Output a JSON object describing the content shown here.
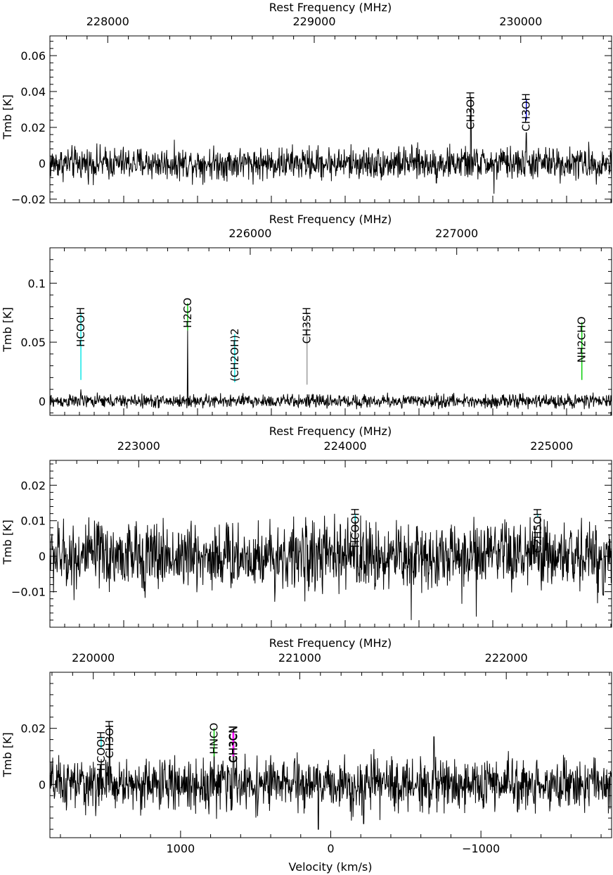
{
  "figure": {
    "top_axis_label": "Rest Frequency (MHz)",
    "y_axis_label": "Tmb [K]",
    "x_axis_label": "Velocity (km/s)"
  },
  "chart_data": [
    {
      "type": "line",
      "panel": 1,
      "top_axis": {
        "label": "Rest Frequency (MHz)",
        "range": [
          227720,
          230440
        ],
        "ticks": [
          228000,
          229000,
          230000
        ]
      },
      "y_axis": {
        "label": "Tmb [K]",
        "range": [
          -0.022,
          0.071
        ],
        "ticks": [
          -0.02,
          0,
          0.02,
          0.04,
          0.06
        ],
        "tick_labels": [
          "−0.02",
          "0",
          "0.02",
          "0.04",
          "0.06"
        ]
      },
      "noise_rms": 0.0045,
      "spikes": [
        {
          "freq": 229758,
          "value": 0.036
        },
        {
          "freq": 229870,
          "value": -0.017
        },
        {
          "freq": 230027,
          "value": 0.017
        },
        {
          "freq": 229590,
          "value": -0.011
        }
      ],
      "line_markers": [
        {
          "label": "CH3OH",
          "freq": 229758,
          "color": "#0000cc",
          "low": 0.02,
          "high": 0.037,
          "tick": "signal"
        },
        {
          "label": "CH3OH",
          "freq": 230027,
          "color": "#0000cc",
          "low": 0.024,
          "high": 0.036,
          "tick": "marker"
        }
      ],
      "grid": false
    },
    {
      "type": "line",
      "panel": 2,
      "top_axis": {
        "label": "Rest Frequency (MHz)",
        "range": [
          225030,
          227750
        ],
        "ticks": [
          226000,
          227000
        ]
      },
      "y_axis": {
        "label": "Tmb [K]",
        "range": [
          -0.012,
          0.13
        ],
        "ticks": [
          0,
          0.05,
          0.1
        ],
        "tick_labels": [
          "0",
          "0.05",
          "0.1"
        ]
      },
      "noise_rms": 0.0028,
      "spikes": [
        {
          "freq": 225697,
          "value": 0.06
        },
        {
          "freq": 225180,
          "value": 0.01
        }
      ],
      "line_markers": [
        {
          "label": "HCOOH",
          "freq": 225180,
          "color": "#00e5e5",
          "low": 0.018,
          "high": 0.075,
          "tick": "marker"
        },
        {
          "label": "H2CO",
          "freq": 225697,
          "color": "#00cc00",
          "low": 0.06,
          "high": 0.083,
          "tick": "marker"
        },
        {
          "label": "(CH2OH)2",
          "freq": 225925,
          "color": "#00e5e5",
          "low": 0.016,
          "high": 0.057,
          "tick": "marker"
        },
        {
          "label": "CH3SH",
          "freq": 226275,
          "color": "#999999",
          "low": 0.014,
          "high": 0.075,
          "tick": "marker"
        },
        {
          "label": "NH2CHO",
          "freq": 227606,
          "color": "#00cc00",
          "low": 0.018,
          "high": 0.067,
          "tick": "marker"
        }
      ],
      "grid": false
    },
    {
      "type": "line",
      "panel": 3,
      "top_axis": {
        "label": "Rest Frequency (MHz)",
        "range": [
          222570,
          225290
        ],
        "ticks": [
          223000,
          224000,
          225000
        ]
      },
      "y_axis": {
        "label": "Tmb [K]",
        "range": [
          -0.02,
          0.027
        ],
        "ticks": [
          -0.01,
          0,
          0.01,
          0.02
        ],
        "tick_labels": [
          "−0.01",
          "0",
          "0.01",
          "0.02"
        ]
      },
      "noise_rms": 0.0048,
      "spikes": [
        {
          "freq": 224320,
          "value": -0.018
        },
        {
          "freq": 224635,
          "value": -0.017
        },
        {
          "freq": 224895,
          "value": 0.011
        },
        {
          "freq": 224049,
          "value": 0.011
        },
        {
          "freq": 225250,
          "value": -0.011
        }
      ],
      "line_markers": [
        {
          "label": "HCOOH",
          "freq": 224049,
          "color": "#00e5e5",
          "low": 0.01,
          "high": 0.012,
          "tick": "marker"
        },
        {
          "label": "C2H5OH",
          "freq": 224932,
          "color": "#00e5e5",
          "low": 0.011,
          "high": 0.012,
          "tick": "marker"
        }
      ],
      "grid": false
    },
    {
      "type": "line",
      "panel": 4,
      "top_axis": {
        "label": "Rest Frequency (MHz)",
        "range": [
          219790,
          222510
        ],
        "ticks": [
          220000,
          221000,
          222000
        ]
      },
      "y_axis": {
        "label": "Tmb [K]",
        "range": [
          -0.019,
          0.04
        ],
        "ticks": [
          0,
          0.02
        ],
        "tick_labels": [
          "0",
          "0.02"
        ]
      },
      "noise_rms": 0.0045,
      "spikes": [
        {
          "freq": 220079,
          "value": 0.02
        },
        {
          "freq": 220585,
          "value": 0.016
        },
        {
          "freq": 220680,
          "value": 0.02
        },
        {
          "freq": 221090,
          "value": -0.016
        },
        {
          "freq": 221310,
          "value": -0.014
        },
        {
          "freq": 221650,
          "value": 0.017
        }
      ],
      "x_axis": {
        "label": "Velocity (km/s)",
        "range": [
          1870,
          -1870
        ],
        "ticks": [
          1000,
          0,
          -1000
        ],
        "tick_labels": [
          "1000",
          "0",
          "−1000"
        ]
      },
      "line_markers": [
        {
          "label": "HCOOH",
          "freq": 220038,
          "color": "#00e5e5",
          "low": 0.013,
          "high": 0.017,
          "tick": "marker"
        },
        {
          "label": "CH3OH",
          "freq": 220079,
          "color": "#0000cc",
          "low": 0.011,
          "high": 0.021,
          "tick": "signal"
        },
        {
          "label": "HNCO",
          "freq": 220585,
          "color": "#00cc00",
          "low": 0.01,
          "high": 0.02,
          "tick": "marker"
        },
        {
          "label": "CH3CN",
          "freq": 220676,
          "color": "#ff00ff",
          "low": 0.01,
          "high": 0.019,
          "tick": "marker"
        },
        {
          "label": "CH3CN",
          "freq": 220680,
          "color": "#ff00ff",
          "low": 0.01,
          "high": 0.019,
          "tick": "marker"
        }
      ],
      "grid": false
    }
  ]
}
